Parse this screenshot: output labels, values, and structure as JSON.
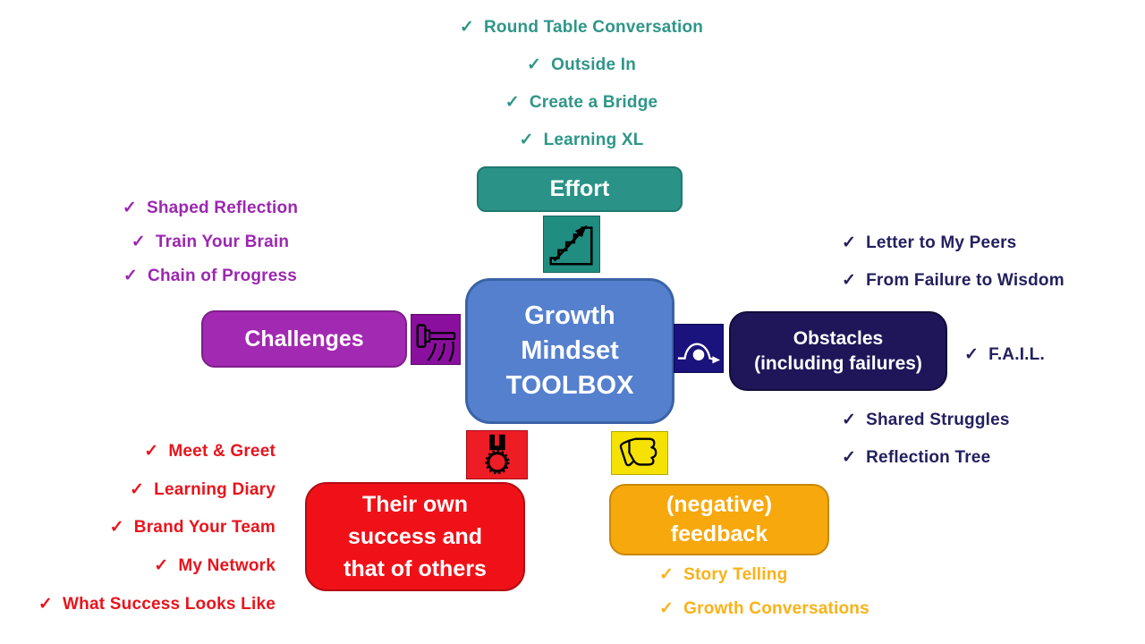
{
  "checkmark": "✓",
  "center": {
    "line1": "Growth",
    "line2": "Mindset",
    "line3": "TOOLBOX",
    "bg_color": "#5580CE"
  },
  "effort": {
    "label": "Effort",
    "color": "#2E9688",
    "icon": "stairs-up",
    "items": [
      "Round Table Conversation",
      "Outside In",
      "Create a Bridge",
      "Learning XL"
    ]
  },
  "challenges": {
    "label": "Challenges",
    "color": "#9C27B0",
    "icon": "hammer",
    "items": [
      "Shaped Reflection",
      "Train Your Brain",
      "Chain of Progress"
    ]
  },
  "obstacles": {
    "label_line1": "Obstacles",
    "label_line2": "(including failures)",
    "color": "#1E1659",
    "icon": "hurdle",
    "items_top": [
      "Letter to My Peers",
      "From Failure to Wisdom"
    ],
    "item_mid": "F.A.I.L.",
    "items_bottom": [
      "Shared Struggles",
      "Reflection Tree"
    ]
  },
  "success": {
    "label_line1": "Their own",
    "label_line2": "success and",
    "label_line3": "that of others",
    "color": "#F01118",
    "icon": "medal",
    "items": [
      "Meet & Greet",
      "Learning Diary",
      "Brand Your Team",
      "My Network",
      "What Success Looks Like"
    ]
  },
  "feedback": {
    "label_line1": "(negative)",
    "label_line2": "feedback",
    "color": "#F7A80D",
    "icon": "thumbs-down",
    "items": [
      "Story Telling",
      "Growth Conversations"
    ]
  }
}
